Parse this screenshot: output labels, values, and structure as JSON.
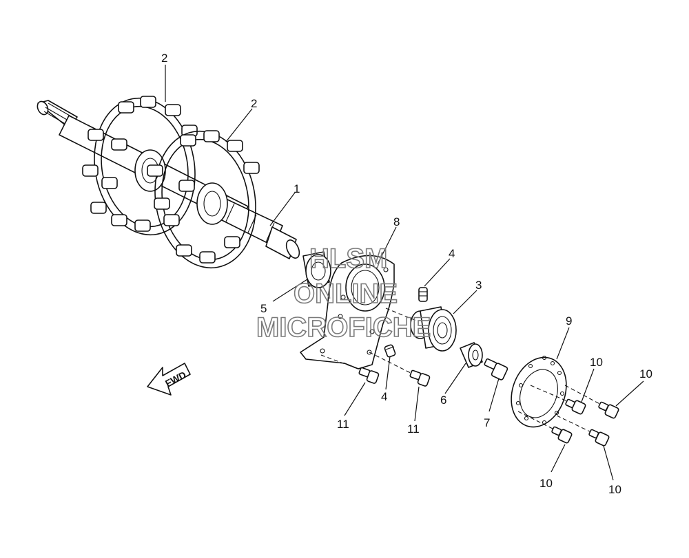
{
  "watermark": {
    "line1": "HLSM",
    "line2": "ONLINE",
    "line3": "MICROFICHE"
  },
  "direction_label": "FWD",
  "callouts": [
    {
      "id": "c-1",
      "text": "1"
    },
    {
      "id": "c-2a",
      "text": "2"
    },
    {
      "id": "c-2b",
      "text": "2"
    },
    {
      "id": "c-3",
      "text": "3"
    },
    {
      "id": "c-4a",
      "text": "4"
    },
    {
      "id": "c-4b",
      "text": "4"
    },
    {
      "id": "c-5",
      "text": "5"
    },
    {
      "id": "c-6",
      "text": "6"
    },
    {
      "id": "c-7",
      "text": "7"
    },
    {
      "id": "c-8",
      "text": "8"
    },
    {
      "id": "c-9",
      "text": "9"
    },
    {
      "id": "c-10a",
      "text": "10"
    },
    {
      "id": "c-10b",
      "text": "10"
    },
    {
      "id": "c-10c",
      "text": "10"
    },
    {
      "id": "c-10d",
      "text": "10"
    },
    {
      "id": "c-11a",
      "text": "11"
    },
    {
      "id": "c-11b",
      "text": "11"
    }
  ],
  "colors": {
    "line": "#111111",
    "background": "#ffffff",
    "watermark_stroke": "#7a7a7a"
  }
}
